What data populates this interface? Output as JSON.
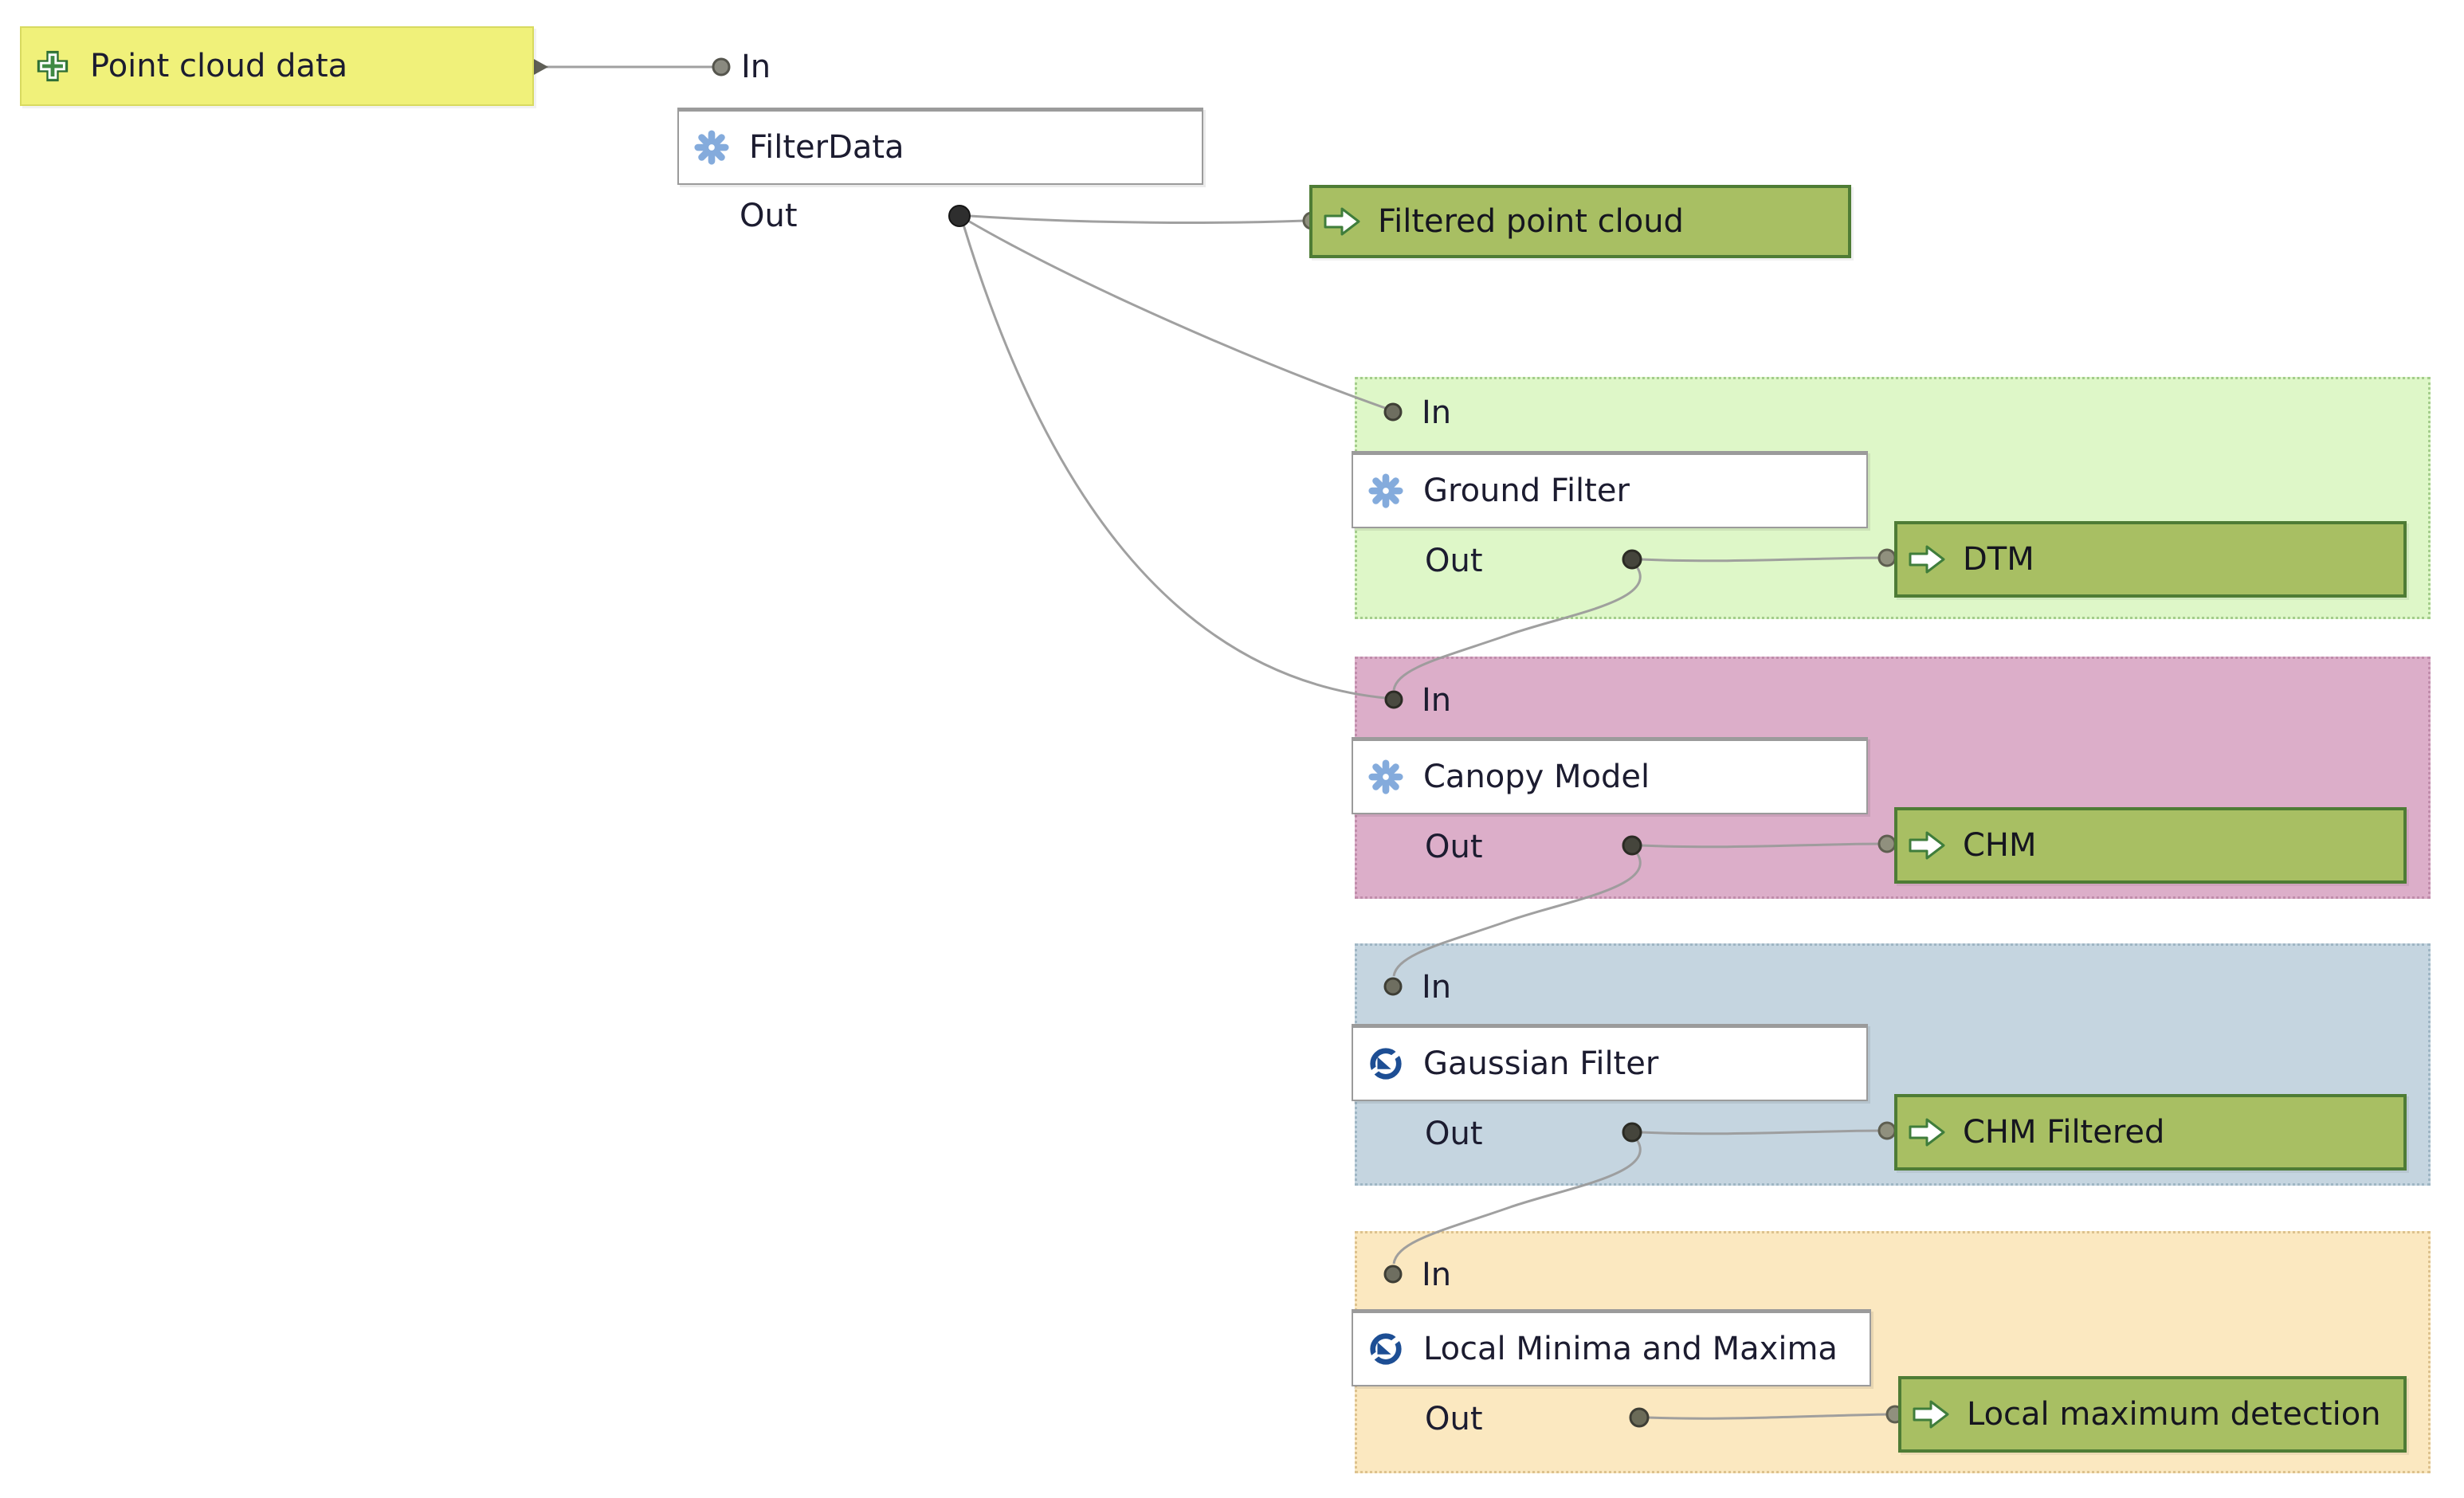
{
  "source": {
    "label": "Point cloud data"
  },
  "filter_node": {
    "in_label": "In",
    "title": "FilterData",
    "out_label": "Out"
  },
  "filtered_output": {
    "label": "Filtered point cloud"
  },
  "groups": [
    {
      "in_label": "In",
      "title": "Ground Filter",
      "out_label": "Out",
      "output_label": "DTM",
      "icon": "algorithm-gear-icon"
    },
    {
      "in_label": "In",
      "title": "Canopy Model",
      "out_label": "Out",
      "output_label": "CHM",
      "icon": "algorithm-gear-icon"
    },
    {
      "in_label": "In",
      "title": "Gaussian Filter",
      "out_label": "Out",
      "output_label": "CHM Filtered",
      "icon": "saga-module-icon"
    },
    {
      "in_label": "In",
      "title": "Local Minima and Maxima",
      "out_label": "Out",
      "output_label": "Local maximum detection",
      "icon": "saga-module-icon"
    }
  ],
  "connections": [
    {
      "from": "Point cloud data",
      "to": "FilterData.In"
    },
    {
      "from": "FilterData.Out",
      "to": "Filtered point cloud"
    },
    {
      "from": "FilterData.Out",
      "to": "Ground Filter.In"
    },
    {
      "from": "FilterData.Out",
      "to": "Canopy Model.In"
    },
    {
      "from": "Ground Filter.Out",
      "to": "DTM"
    },
    {
      "from": "Ground Filter.Out",
      "to": "Canopy Model.In"
    },
    {
      "from": "Canopy Model.Out",
      "to": "CHM"
    },
    {
      "from": "Canopy Model.Out",
      "to": "Gaussian Filter.In"
    },
    {
      "from": "Gaussian Filter.Out",
      "to": "CHM Filtered"
    },
    {
      "from": "Gaussian Filter.Out",
      "to": "Local Minima and Maxima.In"
    },
    {
      "from": "Local Minima and Maxima.Out",
      "to": "Local maximum detection"
    }
  ],
  "colors": {
    "source-bg": "#f0f17a",
    "source-border": "#d8da60",
    "node-bg": "#ffffff",
    "node-border": "#9b9b9b",
    "output-bg": "#a8bf63",
    "output-border": "#4e7c35",
    "wire": "#9b9b9b",
    "group1-bg": "#def7c8",
    "group1-border": "#a4cd8c",
    "group2-bg": "#dcaec9",
    "group2-border": "#c08dab",
    "group3-bg": "#c5d5e0",
    "group3-border": "#9fb6c4",
    "group4-bg": "#fbe8c0",
    "group4-border": "#ddc28e",
    "algorithm-icon-blue": "#84abdc",
    "saga-icon-blue": "#1d4e94",
    "add-icon-green": "#3f8a44",
    "text": "#1c1c30"
  }
}
